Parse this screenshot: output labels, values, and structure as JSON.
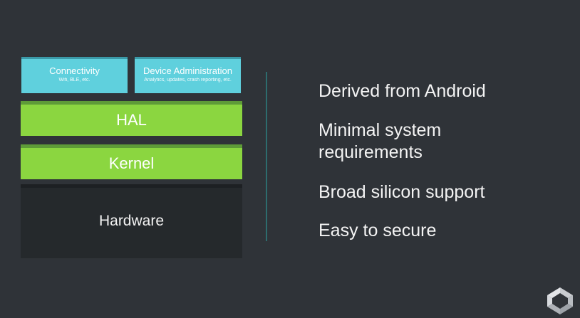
{
  "diagram": {
    "connectivity": {
      "title": "Connectivity",
      "subtitle": "Wifi, BLE, etc."
    },
    "device_admin": {
      "title": "Device Administration",
      "subtitle": "Analytics, updates, crash reporting, etc."
    },
    "hal": "HAL",
    "kernel": "Kernel",
    "hardware": "Hardware",
    "colors": {
      "service_box": "#5fd0dd",
      "green_layer": "#8bd640",
      "hardware": "#25292c",
      "background": "#2f3338",
      "divider": "#2d6c6e"
    }
  },
  "bullets": [
    {
      "line1": "Derived from Android",
      "line2": ""
    },
    {
      "line1": "Minimal system",
      "line2": "requirements"
    },
    {
      "line1": "Broad silicon support",
      "line2": ""
    },
    {
      "line1": "Easy to secure",
      "line2": ""
    }
  ],
  "logo_icon": "brand-chevron-logo-icon"
}
